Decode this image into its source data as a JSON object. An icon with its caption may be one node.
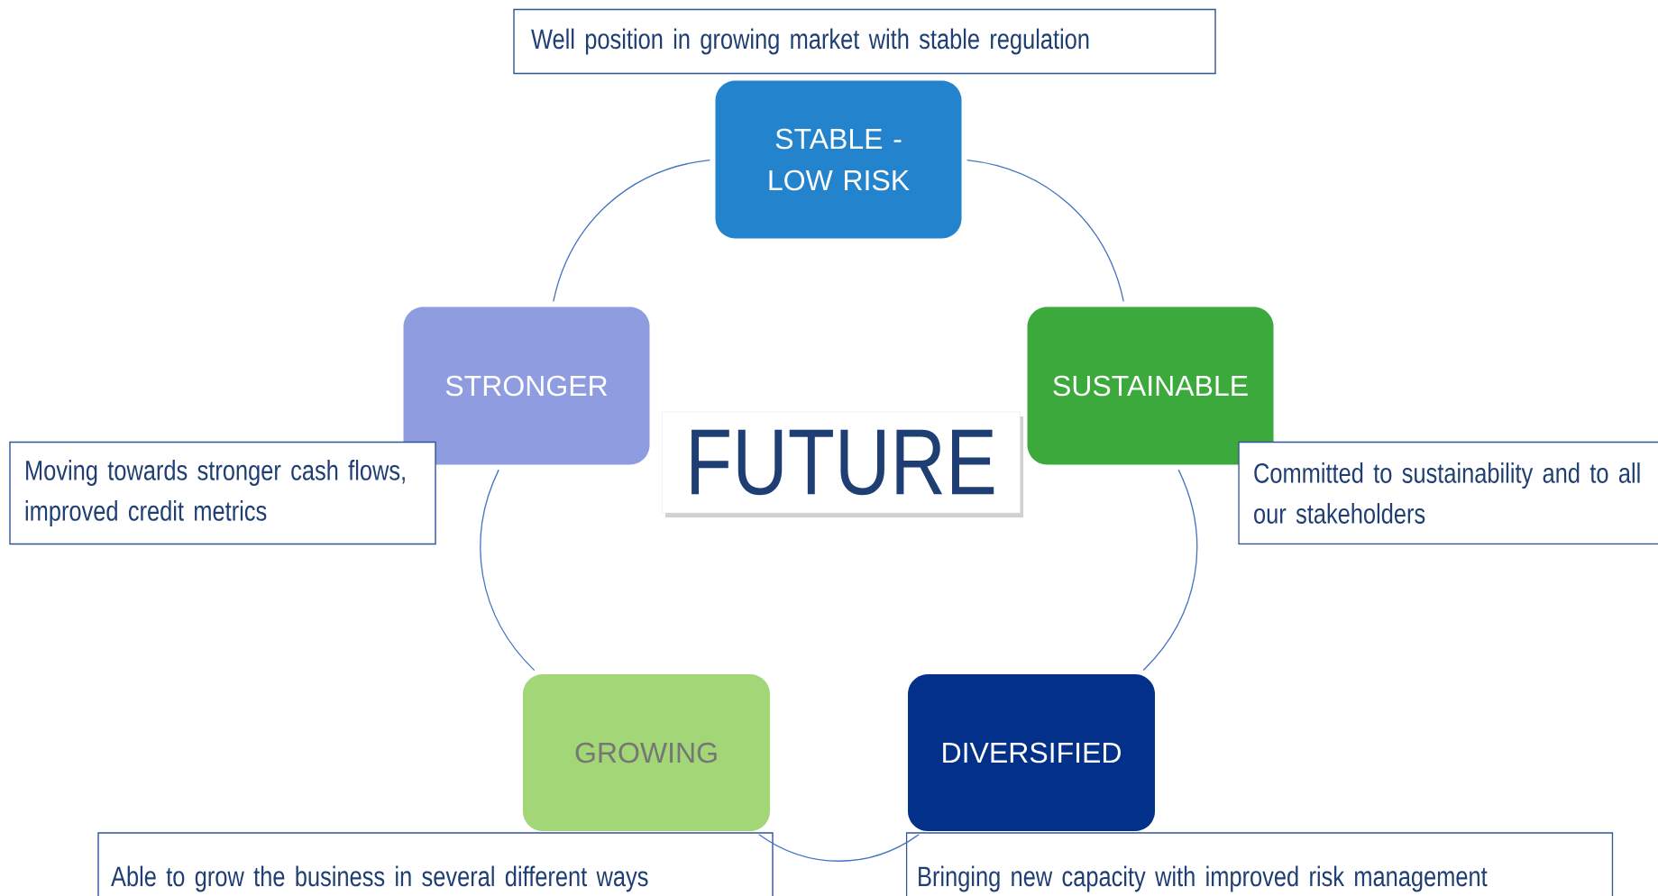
{
  "diagram": {
    "nodes": [
      {
        "text": [
          "Well position in growing market with stable regulation"
        ]
      },
      {
        "text": [
          "STABLE - LOW RISK"
        ]
      },
      {
        "text": [
          "STRONGER"
        ]
      },
      {
        "text": [
          "SUSTAINABLE"
        ]
      },
      {
        "text": [
          "FUTURE"
        ]
      },
      {
        "text": [
          "Moving towards stronger cash flows, improved credit metrics"
        ]
      },
      {
        "text": [
          "Committed to sustainability and to all our stakeholders"
        ]
      },
      {
        "text": [
          "GROWING"
        ]
      },
      {
        "text": [
          "DIVERSIFIED"
        ]
      },
      {
        "text": [
          "Able to grow the business in several different ways"
        ]
      },
      {
        "text": [
          "Bringing new capacity with improved risk management"
        ]
      }
    ],
    "edges": [
      {
        "from": 1,
        "to": 3,
        "arrow": "none"
      },
      {
        "from": 3,
        "to": 8,
        "arrow": "none"
      },
      {
        "from": 8,
        "to": 7,
        "arrow": "none"
      },
      {
        "from": 7,
        "to": 2,
        "arrow": "none"
      },
      {
        "from": 2,
        "to": 1,
        "arrow": "none"
      }
    ]
  }
}
